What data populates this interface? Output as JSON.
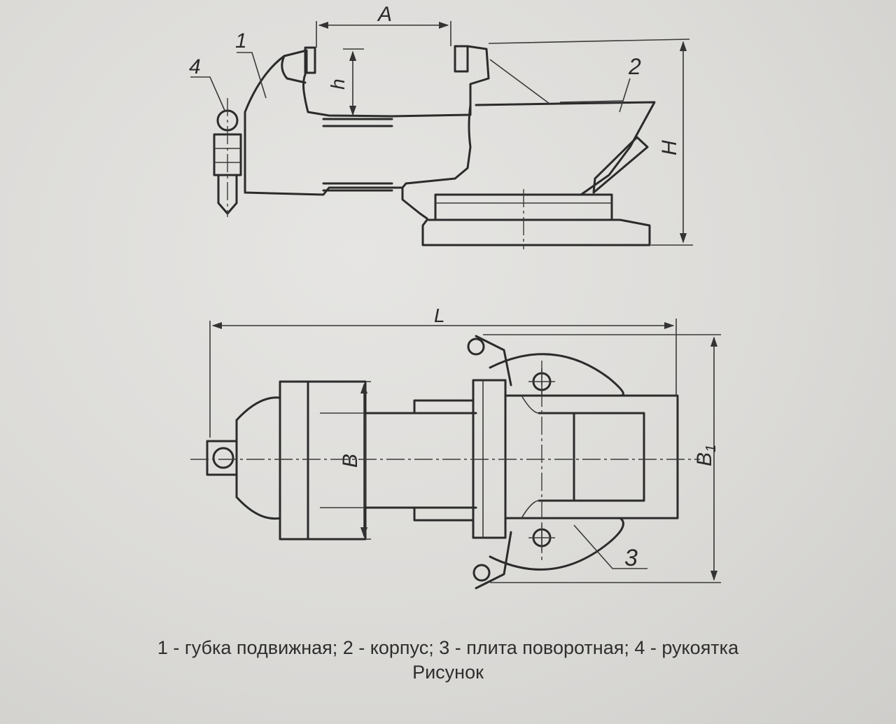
{
  "labels": {
    "dim_A": "A",
    "dim_h": "h",
    "dim_H": "H",
    "dim_L": "L",
    "dim_B": "B",
    "dim_B1": "B",
    "dim_B1_sub": "1",
    "part_1": "1",
    "part_2": "2",
    "part_3": "3",
    "part_4": "4"
  },
  "caption": {
    "legend": "1 - губка подвижная; 2 - корпус; 3 - плита поворотная; 4 - рукоятка",
    "title": "Рисунок"
  }
}
